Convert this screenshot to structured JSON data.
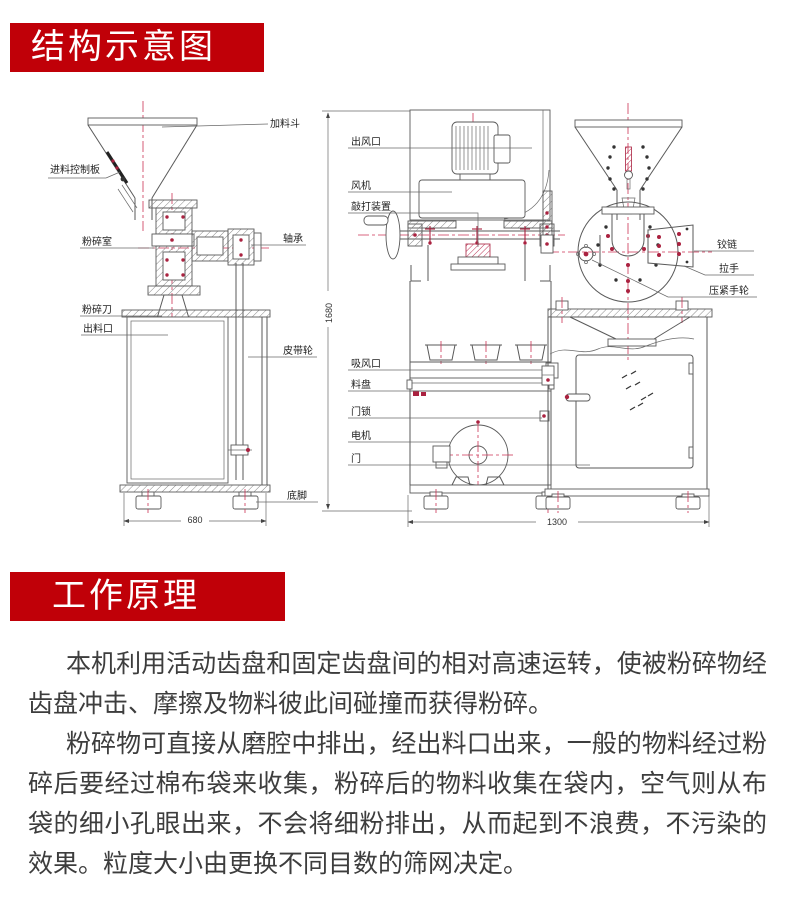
{
  "colors": {
    "header_bg": "#c00008",
    "header_text": "#ffffff",
    "body_text": "#3d3d3d",
    "drawing_line": "#5a5a5a",
    "centerline_red": "#cc3355",
    "accent_red": "#aa2240"
  },
  "structure_section": {
    "title": "结构示意图"
  },
  "principle_section": {
    "title": "工作原理",
    "paragraphs": [
      "本机利用活动齿盘和固定齿盘间的相对高速运转，使被粉碎物经齿盘冲击、摩擦及物料彼此间碰撞而获得粉碎。",
      "粉碎物可直接从磨腔中排出，经出料口出来，一般的物料经过粉碎后要经过棉布袋来收集，粉碎后的物料收集在袋内，空气则从布袋的细小孔眼出来，不会将细粉排出，从而起到不浪费，不污染的效果。粒度大小由更换不同目数的筛网决定。"
    ]
  },
  "diagram": {
    "left_view": {
      "labels": {
        "hopper": "加料斗",
        "feed_control_plate": "进料控制板",
        "crushing_chamber": "粉碎室",
        "bearing": "轴承",
        "belt_pulley": "皮带轮",
        "crushing_blade": "粉碎刀",
        "discharge_outlet": "出料口",
        "foot": "底脚"
      },
      "width_dim": "680"
    },
    "front_view": {
      "labels": {
        "air_outlet": "出风口",
        "fan": "风机",
        "knocking_device": "敲打装置",
        "suction_inlet": "吸风口",
        "material_tray": "料盘",
        "door_lock": "门锁",
        "motor": "电机",
        "door": "门"
      },
      "height_dim": "1680",
      "width_dim": "1300"
    },
    "side_view": {
      "labels": {
        "hinge": "铰链",
        "handle": "拉手",
        "clamp_handwheel": "压紧手轮"
      }
    }
  }
}
